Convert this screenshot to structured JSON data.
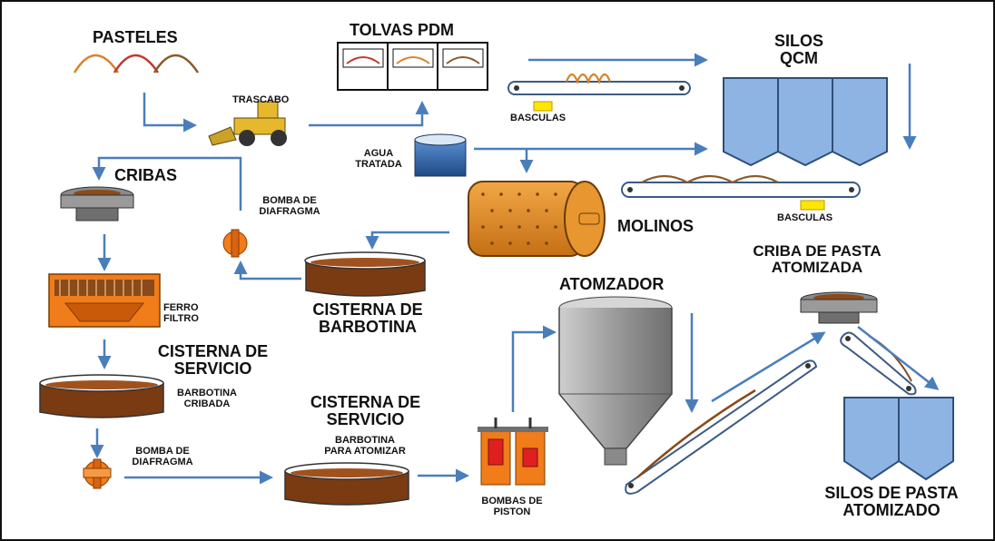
{
  "labels": {
    "pasteles": "PASTELES",
    "tolvas": "TOLVAS PDM",
    "silos_qcm_1": "SILOS",
    "silos_qcm_2": "QCM",
    "trascabo": "TRASCABO",
    "basculas_top": "BASCULAS",
    "agua_1": "AGUA",
    "agua_2": "TRATADA",
    "cribas": "CRIBAS",
    "bomba_diafragma_top_1": "BOMBA DE",
    "bomba_diafragma_top_2": "DIAFRAGMA",
    "basculas_right": "BASCULAS",
    "molinos": "MOLINOS",
    "criba_pasta_1": "CRIBA DE PASTA",
    "criba_pasta_2": "ATOMIZADA",
    "ferro_1": "FERRO",
    "ferro_2": "FILTRO",
    "cisterna_barbotina_1": "CISTERNA DE",
    "cisterna_barbotina_2": "BARBOTINA",
    "atomizador": "ATOMZADOR",
    "cisterna_servicio_left_1": "CISTERNA DE",
    "cisterna_servicio_left_2": "SERVICIO",
    "barbotina_cribada_1": "BARBOTINA",
    "barbotina_cribada_2": "CRIBADA",
    "cisterna_servicio_mid_1": "CISTERNA DE",
    "cisterna_servicio_mid_2": "SERVICIO",
    "barbotina_atomizar_1": "BARBOTINA",
    "barbotina_atomizar_2": "PARA ATOMIZAR",
    "bomba_diafragma_bottom_1": "BOMBA DE",
    "bomba_diafragma_bottom_2": "DIAFRAGMA",
    "bombas_piston_1": "BOMBAS DE",
    "bombas_piston_2": "PISTON",
    "silos_pasta_1": "SILOS DE PASTA",
    "silos_pasta_2": "ATOMIZADO"
  },
  "colors": {
    "arrow": "#4a7ebb",
    "silo_fill": "#8eb4e3",
    "slurry": "#7a3b12",
    "pump": "#f07c1a",
    "mill": "#e0902c",
    "gray_equipment": "#9a9a9a",
    "water": "#2e5f9e",
    "scale": "#ffe600"
  }
}
